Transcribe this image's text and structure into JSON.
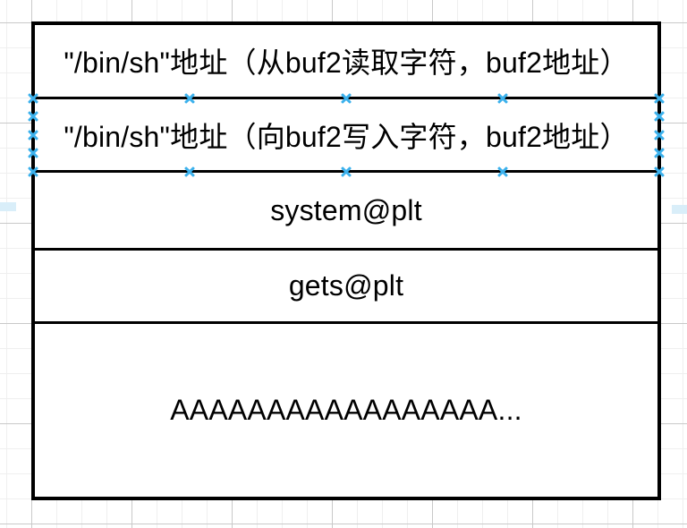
{
  "diagram": {
    "type": "stack-layout",
    "rows": [
      {
        "label": "\"/bin/sh\"地址（从buf2读取字符，buf2地址）"
      },
      {
        "label": "\"/bin/sh\"地址（向buf2写入字符，buf2地址）"
      },
      {
        "label": "system@plt"
      },
      {
        "label": "gets@plt"
      },
      {
        "label": "AAAAAAAAAAAAAAAAA..."
      }
    ],
    "hovered_row_index": 1,
    "colors": {
      "stroke": "#000000",
      "fill": "#ffffff",
      "connection_point": "#3cb1ec",
      "edge_highlight": "#d9eef9",
      "grid_minor": "#efefef",
      "grid_major": "#c9c9c9"
    }
  }
}
